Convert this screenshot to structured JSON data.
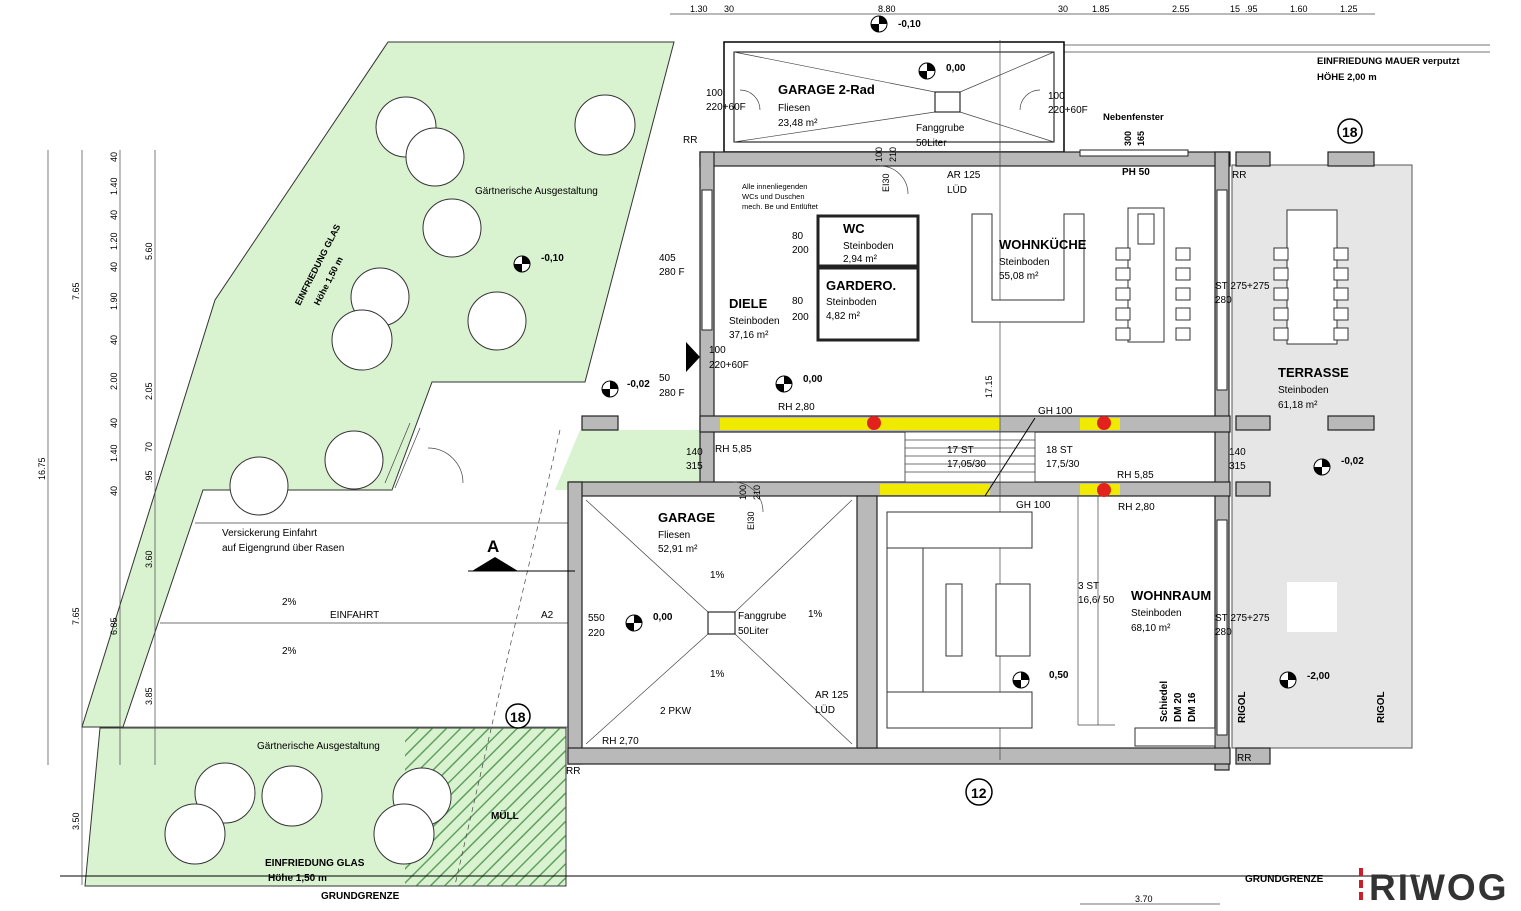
{
  "dimensions": {
    "top": [
      "1.30",
      "30",
      "8.80",
      "30",
      "1.85",
      "2.55",
      "15",
      ".95",
      "1.60",
      "1.25"
    ],
    "left_total": "16.75",
    "left_col2": [
      "7.65",
      "7.65",
      "3.50"
    ],
    "left_col3": [
      "40",
      "1.40",
      "40",
      "1.20",
      "40",
      "1.90",
      "40",
      "2.00",
      "40",
      "1.40",
      "40",
      "6.85"
    ],
    "left_col4": [
      "5.60",
      "2.05",
      "70",
      ".95",
      "3.60",
      "3.85"
    ],
    "bottom": "3.70",
    "stair_height": "17.15"
  },
  "levels": [
    "-0,10",
    "0,00",
    "-0,10",
    "-0,02",
    "0,00",
    "0,00",
    "-0,02",
    "0,50",
    "-2,00"
  ],
  "rooms": {
    "garage2": {
      "name": "GARAGE 2-Rad",
      "floor": "Fliesen",
      "area": "23,48 m²"
    },
    "wc": {
      "name": "WC",
      "floor": "Steinboden",
      "area": "2,94 m²"
    },
    "garderobe": {
      "name": "GARDERO.",
      "floor": "Steinboden",
      "area": "4,82 m²"
    },
    "diele": {
      "name": "DIELE",
      "floor": "Steinboden",
      "area": "37,16 m²"
    },
    "wohnkueche": {
      "name": "WOHNKÜCHE",
      "floor": "Steinboden",
      "area": "55,08 m²"
    },
    "terrasse": {
      "name": "TERRASSE",
      "floor": "Steinboden",
      "area": "61,18 m²"
    },
    "garage": {
      "name": "GARAGE",
      "floor": "Fliesen",
      "area": "52,91 m²"
    },
    "wohnraum": {
      "name": "WOHNRAUM",
      "floor": "Steinboden",
      "area": "68,10 m²"
    }
  },
  "labels": {
    "einfriedung_mauer_1": "EINFRIEDUNG MAUER verputzt",
    "einfriedung_mauer_2": "HÖHE 2,00 m",
    "nebenfenster": "Nebenfenster",
    "nf_300": "300",
    "nf_165": "165",
    "ph50": "PH 50",
    "ar125_top": "AR 125",
    "lued_top": "LÜD",
    "ar125_bottom": "AR 125",
    "lued_bottom": "LÜD",
    "fanggrube_top_1": "Fanggrube",
    "fanggrube_top_2": "50Liter",
    "fanggrube_bot_1": "Fanggrube",
    "fanggrube_bot_2": "50Liter",
    "garten_top": "Gärtnerische Ausgestaltung",
    "garten_bottom": "Gärtnerische Ausgestaltung",
    "einfriedung_glas_side_1": "EINFRIEDUNG GLAS",
    "einfriedung_glas_side_2": "Höhe 1,50 m",
    "einfriedung_glas_bot_1": "EINFRIEDUNG GLAS",
    "einfriedung_glas_bot_2": "Höhe 1,50 m",
    "grundgrenze_left": "GRUNDGRENZE",
    "grundgrenze_right": "GRUNDGRENZE",
    "versickerung_1": "Versickerung Einfahrt",
    "versickerung_2": "auf Eigengrund über Rasen",
    "einfahrt": "EINFAHRT",
    "a2": "A2",
    "section_a": "A",
    "slope_2pct_1": "2%",
    "slope_2pct_2": "2%",
    "slope_1pct_1": "1%",
    "slope_1pct_2": "1%",
    "slope_1pct_3": "1%",
    "muell": "MÜLL",
    "rr_1": "RR",
    "rr_2": "RR",
    "rr_3": "RR",
    "rr_4": "RR",
    "rigol_1": "RIGOL",
    "rigol_2": "RIGOL",
    "pkw": "2 PKW",
    "rh270": "RH 2,70",
    "rh280_top": "RH 2,80",
    "rh280_bot": "RH 2,80",
    "rh585_left": "RH 5,85",
    "rh585_right": "RH 5,85",
    "gh100_top": "GH 100",
    "gh100_bot": "GH 100",
    "st17_1": "17 ST",
    "st17_2": "17,05/30",
    "st18_1": "18 ST",
    "st18_2": "17,5/30",
    "st3_1": "3 ST",
    "st3_2": "16,6/ 50",
    "schiedel_1": "Schiedel",
    "schiedel_2": "DM 20",
    "schiedel_3": "DM 16",
    "innen_1": "Alle innenliegenden",
    "innen_2": "WCs und Duschen",
    "innen_3": "mech. Be und Entlüftet",
    "ei30_1": "EI30",
    "ei30_2": "EI30",
    "d100_1": "100",
    "d210_1": "210",
    "d100_2": "100",
    "d210_2": "210",
    "win_garage_l_1": "100",
    "win_garage_l_2": "220+60F",
    "win_garage_r_1": "100",
    "win_garage_r_2": "220+60F",
    "win_diele_1": "405",
    "win_diele_2": "280 F",
    "door_main_1": "100",
    "door_main_2": "220+60F",
    "win_diele_b_1": "50",
    "win_diele_b_2": "280 F",
    "wc_80": "80",
    "wc_200": "200",
    "gar_80": "80",
    "gar_200": "200",
    "st_kueche_1": "ST 275+275",
    "st_kueche_2": "280",
    "st_wohn_1": "ST 275+275",
    "st_wohn_2": "280",
    "side_l_1": "140",
    "side_l_2": "315",
    "side_r_1": "140",
    "side_r_2": "315",
    "garage_door_1": "550",
    "garage_door_2": "220",
    "axis_18_top": "18",
    "axis_18_bottom": "18",
    "axis_12": "12"
  },
  "logo": "RIWOG",
  "colors": {
    "green": "#d9f2d0",
    "terrace": "#e6e6e6",
    "yellow": "#f0ea00",
    "red": "#e2221c",
    "logo_red": "#c8202a"
  }
}
